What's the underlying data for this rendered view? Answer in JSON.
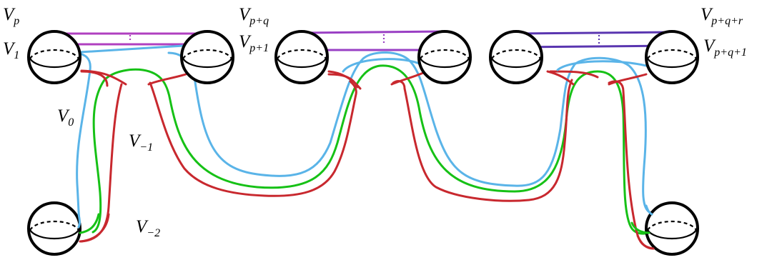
{
  "diagram": {
    "labels": {
      "vp": {
        "base": "V",
        "sub": "p"
      },
      "v1": {
        "base": "V",
        "sub": "1"
      },
      "vpq": {
        "base": "V",
        "sub": "p+q"
      },
      "vp1": {
        "base": "V",
        "sub": "p+1"
      },
      "vpqr": {
        "base": "V",
        "sub": "p+q+r"
      },
      "vpq1": {
        "base": "V",
        "sub": "p+q+1"
      },
      "v0": {
        "base": "V",
        "sub": "0"
      },
      "vminus1": {
        "base": "V",
        "sub": "−1"
      },
      "vminus2": {
        "base": "V",
        "sub": "−2"
      }
    },
    "colors": {
      "magenta": "#b040c0",
      "purple": "#5a36b0",
      "blue": "#5ab4e8",
      "green": "#16c116",
      "red": "#c8282e",
      "outline": "#000000"
    }
  }
}
